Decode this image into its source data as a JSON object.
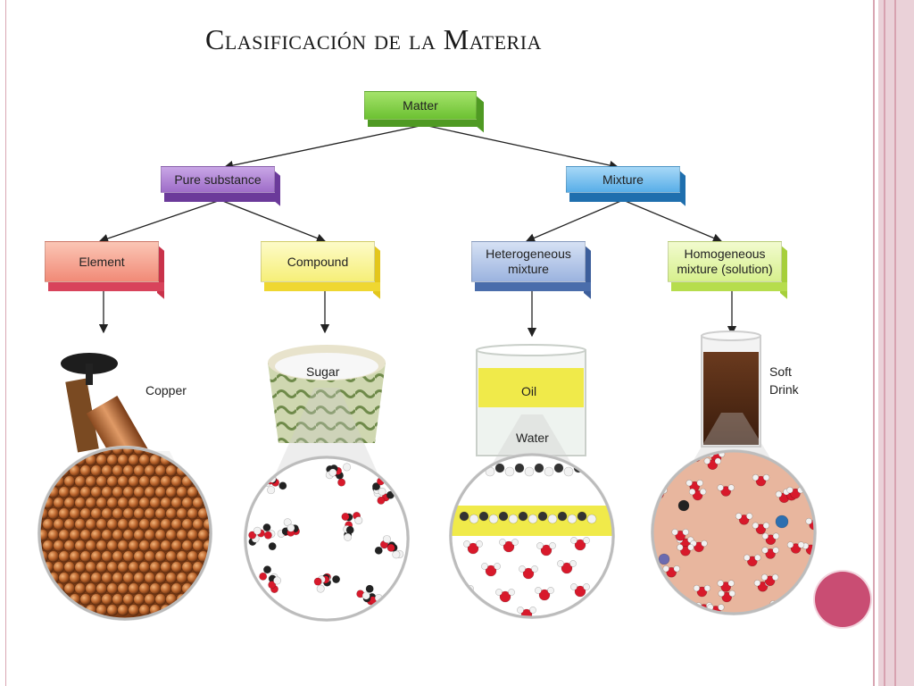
{
  "title": "Clasificación de la Materia",
  "nodes": {
    "matter": "Matter",
    "pure_substance": "Pure substance",
    "mixture": "Mixture",
    "element": "Element",
    "compound": "Compound",
    "heterogeneous": "Heterogeneous mixture",
    "homogeneous": "Homogeneous mixture (solution)"
  },
  "examples": {
    "copper": "Copper",
    "sugar": "Sugar",
    "oil": "Oil",
    "water": "Water",
    "soft_drink_1": "Soft",
    "soft_drink_2": "Drink"
  },
  "colors": {
    "matter": "#7fcf3f",
    "pure_substance": "#9b6bc4",
    "mixture": "#4fa9e6",
    "element": "#f08a78",
    "compound": "#f5f07a",
    "heterogeneous": "#8ea8d6",
    "homogeneous": "#d9f28a",
    "accent": "#c94d73"
  }
}
